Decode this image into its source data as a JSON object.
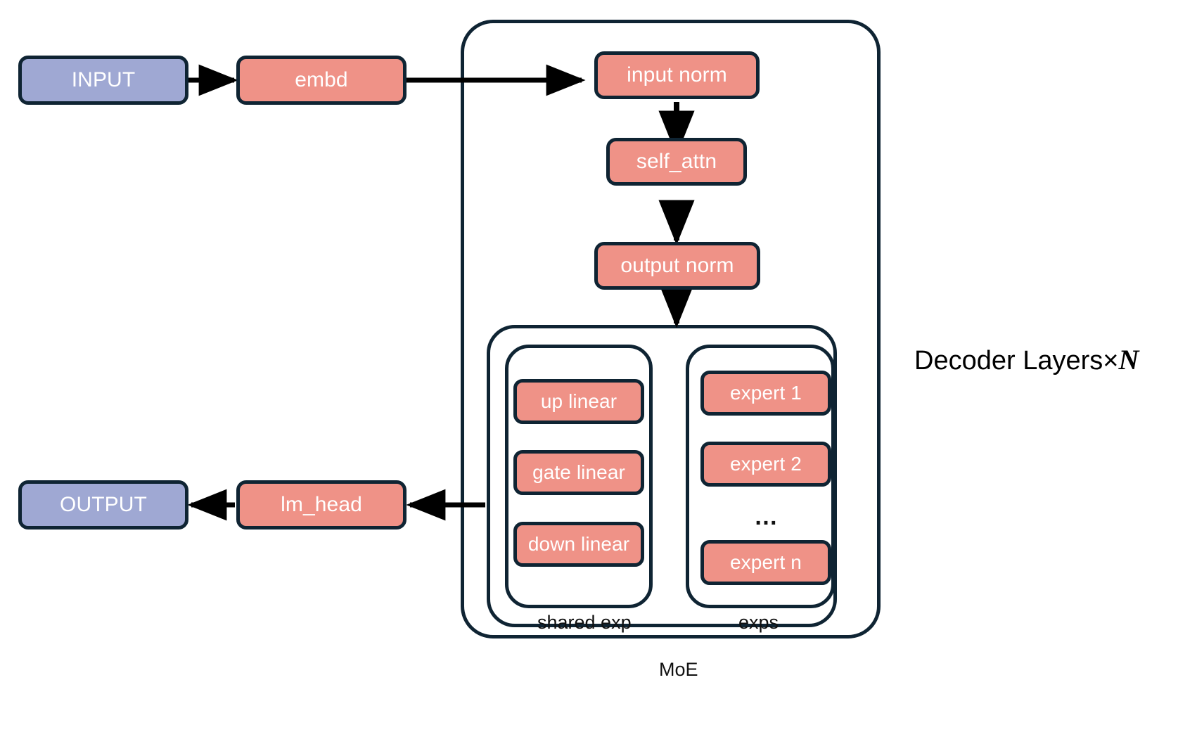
{
  "diagram": {
    "title_annotation": {
      "prefix": "Decoder Layers×",
      "repeat_symbol": "N"
    },
    "colors": {
      "accent_salmon": "#ef9287",
      "accent_periwinkle": "#9fa8d3",
      "stroke_navy": "#0f2433",
      "background": "#ffffff",
      "node_text": "#ffffff",
      "caption_text": "#111111"
    },
    "nodes": {
      "input": "INPUT",
      "embd": "embd",
      "input_norm": "input norm",
      "self_attn": "self_attn",
      "output_norm": "output norm",
      "up_linear": "up linear",
      "gate_linear": "gate linear",
      "down_linear": "down linear",
      "expert_1": "expert 1",
      "expert_2": "expert 2",
      "expert_ellipsis": "…",
      "expert_n": "expert n",
      "lm_head": "lm_head",
      "output": "OUTPUT"
    },
    "containers": {
      "shared_exp": "shared exp",
      "exps": "exps",
      "moe": "MoE"
    },
    "edges": [
      {
        "from": "input",
        "to": "embd",
        "arrow": true
      },
      {
        "from": "embd",
        "to": "input_norm",
        "arrow": true
      },
      {
        "from": "input_norm",
        "to": "self_attn",
        "arrow": true
      },
      {
        "from": "self_attn",
        "to": "output_norm",
        "arrow": true
      },
      {
        "from": "output_norm",
        "to": "moe",
        "arrow": true
      },
      {
        "from": "decoder",
        "to": "lm_head",
        "arrow": true
      },
      {
        "from": "lm_head",
        "to": "output",
        "arrow": true
      }
    ]
  }
}
